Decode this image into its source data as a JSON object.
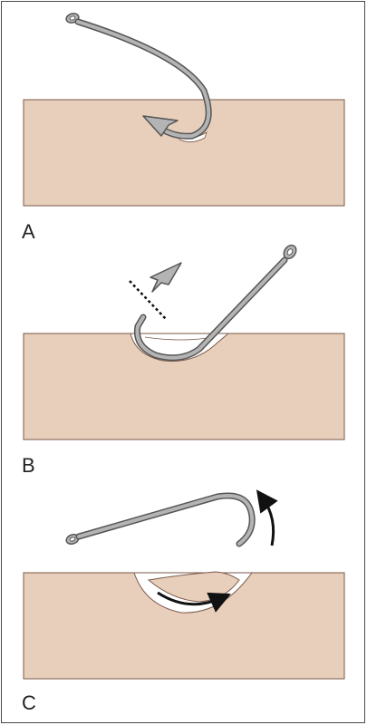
{
  "figure": {
    "panels": [
      {
        "label": "A"
      },
      {
        "label": "B"
      },
      {
        "label": "C"
      }
    ]
  },
  "colors": {
    "skin": "#e8cfbb",
    "skin_edge": "#7a5a4a",
    "hook_fill": "#b4b4b4",
    "hook_outline": "#555555",
    "frame": "#4a4a4a",
    "arrow": "#111111"
  },
  "icons": {
    "panel_a": "fishhook-embedded-icon",
    "panel_b": "fishhook-cut-barb-icon",
    "panel_c": "fishhook-removed-arrow-icon"
  }
}
